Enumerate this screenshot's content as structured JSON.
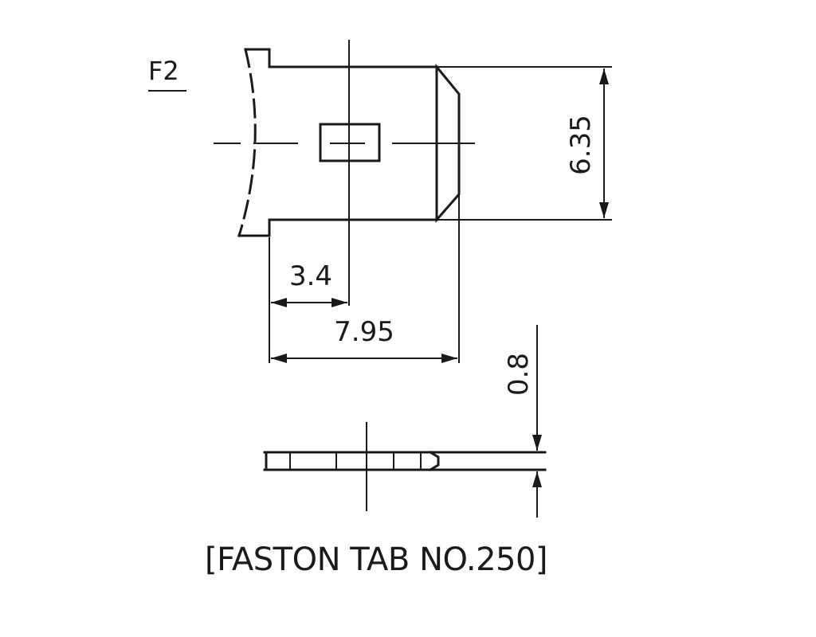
{
  "label": "F2",
  "dimensions": {
    "height": "6.35",
    "hole_offset": "3.4",
    "length": "7.95",
    "thickness": "0.8"
  },
  "caption": "[FASTON TAB NO.250]",
  "colors": {
    "line": "#1a1a1a",
    "background": "#ffffff"
  }
}
